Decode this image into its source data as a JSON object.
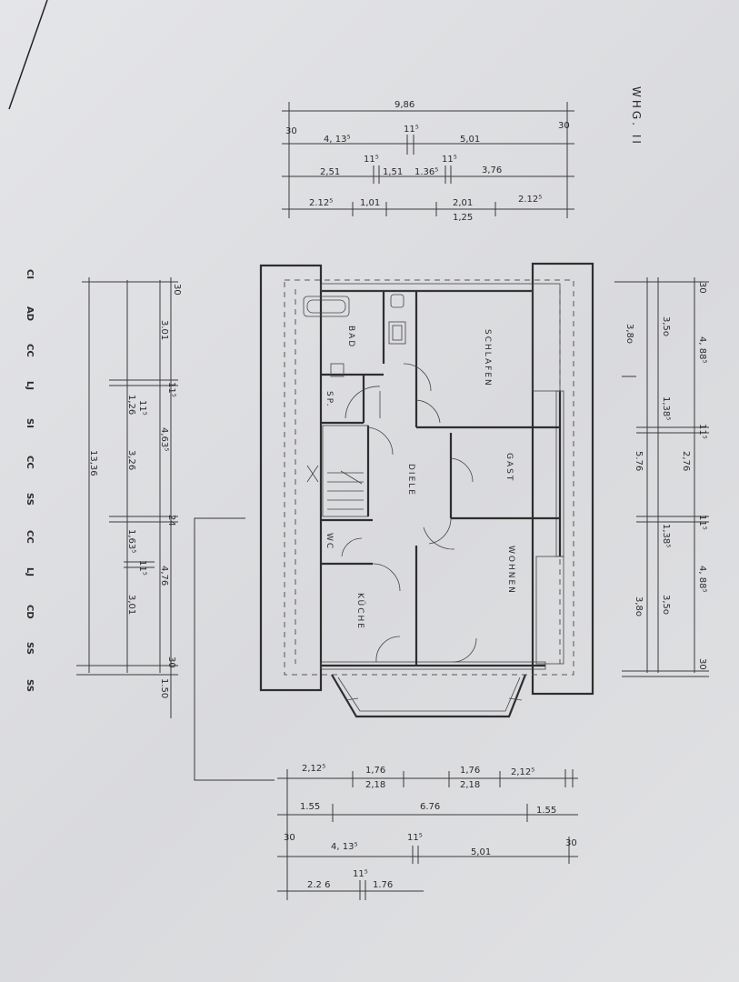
{
  "title": "WHG. II",
  "rooms": {
    "bad": "BAD",
    "schlafen": "SCHLAFEN",
    "sp": "SP.",
    "gast": "GAST",
    "diele": "DIELE",
    "wc": "WC",
    "wohnen": "WOHNEN",
    "kueche": "KÜCHE"
  },
  "dims_top": {
    "total": "9,86",
    "l30": "30",
    "r30": "30",
    "a": "4, 13⁵",
    "b": "11⁵",
    "c": "5,01",
    "d": "2,51",
    "e": "11⁵",
    "f": "1,51",
    "g": "1.36⁵",
    "h": "11⁵",
    "i": "3,76",
    "j": "2.12⁵",
    "k": "1,01",
    "l": "2,01",
    "m": "1,25",
    "n": "2.12⁵"
  },
  "dims_bottom": {
    "a": "2,12⁵",
    "b": "1,76",
    "c": "2,18",
    "d": "1,76",
    "e": "2,18",
    "f": "2,12⁵",
    "g": "1.55",
    "h": "6.76",
    "i": "1.55",
    "l30": "30",
    "j": "4, 13⁵",
    "k": "11⁵",
    "m": "5,01",
    "r30": "30",
    "n": "2.2 6",
    "o": "11⁵",
    "p": "1.76"
  },
  "dims_left": {
    "t30": "30",
    "a": "3.01",
    "b": "11⁵",
    "c": "1,26",
    "d": "11⁵",
    "e": "4,63⁵",
    "f": "3,26",
    "g": "13,36",
    "h": "24",
    "i": "1,63⁵",
    "j": "11⁵",
    "k": "4,76",
    "l": "3,01",
    "b30": "30",
    "m": "1.50"
  },
  "dims_right": {
    "t30": "30",
    "a": "3,5o",
    "b": "4, 88⁵",
    "c": "3,8o",
    "d": "1,38⁵",
    "e": "11⁵",
    "f": "2,76",
    "g": "5.76",
    "h": "11⁵",
    "i": "1,38⁵",
    "j": "4, 88⁵",
    "k": "3,5o",
    "l": "3,8o",
    "b30": "30"
  },
  "legend_codes": [
    "CI",
    "AD",
    "CC",
    "LJ",
    "SI",
    "CC",
    "SS",
    "CC",
    "LJ",
    "CD",
    "SS",
    "SS"
  ]
}
